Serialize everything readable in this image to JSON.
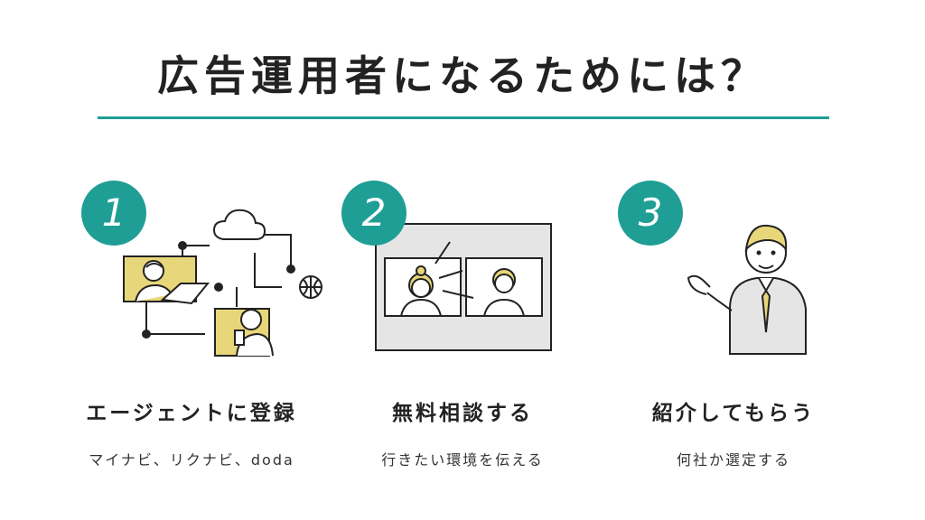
{
  "title": "広告運用者になるためには？",
  "colors": {
    "accent": "#1f9e96",
    "highlight": "#e7d77a",
    "line": "#222222",
    "panel": "#e5e5e5"
  },
  "steps": [
    {
      "number": "1",
      "title": "エージェントに登録",
      "subtitle": "マイナビ、リクナビ、doda",
      "icon": "network-people-illustration"
    },
    {
      "number": "2",
      "title": "無料相談する",
      "subtitle": "行きたい環境を伝える",
      "icon": "video-call-illustration"
    },
    {
      "number": "3",
      "title": "紹介してもらう",
      "subtitle": "何社か選定する",
      "icon": "businessman-illustration"
    }
  ]
}
